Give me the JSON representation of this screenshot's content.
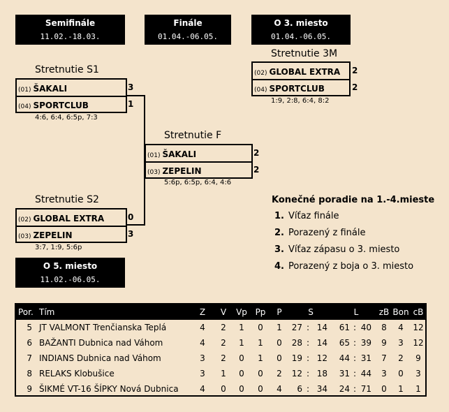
{
  "headers": [
    {
      "title": "Semifinále",
      "dates": "11.02.-18.03."
    },
    {
      "title": "Finále",
      "dates": "01.04.-06.05."
    },
    {
      "title": "O 3. miesto",
      "dates": "01.04.-06.05."
    },
    {
      "title": "O 5. miesto",
      "dates": "11.02.-06.05."
    }
  ],
  "matches": {
    "s1": {
      "title": "Stretnutie S1",
      "teams": [
        {
          "seed": "(01)",
          "name": "ŠAKALI",
          "score": "3"
        },
        {
          "seed": "(04)",
          "name": "SPORTCLUB",
          "score": "1"
        }
      ],
      "result": "4:6, 6:4, 6:5p, 7:3"
    },
    "s2": {
      "title": "Stretnutie S2",
      "teams": [
        {
          "seed": "(02)",
          "name": "GLOBAL EXTRA",
          "score": "0"
        },
        {
          "seed": "(03)",
          "name": "ZEPELIN",
          "score": "3"
        }
      ],
      "result": "3:7, 1:9, 5:6p"
    },
    "f": {
      "title": "Stretnutie F",
      "teams": [
        {
          "seed": "(01)",
          "name": "ŠAKALI",
          "score": "2"
        },
        {
          "seed": "(03)",
          "name": "ZEPELIN",
          "score": "2"
        }
      ],
      "result": "5:6p, 6:5p, 6:4, 4:6"
    },
    "m3": {
      "title": "Stretnutie 3M",
      "teams": [
        {
          "seed": "(02)",
          "name": "GLOBAL EXTRA",
          "score": "2"
        },
        {
          "seed": "(04)",
          "name": "SPORTCLUB",
          "score": "2"
        }
      ],
      "result": "1:9, 2:8, 6:4, 8:2"
    }
  },
  "final_ranking": {
    "title": "Konečné poradie na 1.-4.mieste",
    "items": [
      {
        "num": "1.",
        "text": "Víťaz finále"
      },
      {
        "num": "2.",
        "text": "Porazený z finále"
      },
      {
        "num": "3.",
        "text": "Víťaz zápasu o 3. miesto"
      },
      {
        "num": "4.",
        "text": "Porazený z boja o 3. miesto"
      }
    ]
  },
  "table": {
    "columns": {
      "por": "Por.",
      "tim": "Tím",
      "z": "Z",
      "v": "V",
      "vp": "Vp",
      "pp": "Pp",
      "p": "P",
      "s": "S",
      "l": "L",
      "zb": "zB",
      "bon": "Bon",
      "cb": "cB"
    },
    "rows": [
      {
        "por": "5",
        "tim": "JT VALMONT Trenčianska Teplá",
        "z": "4",
        "v": "2",
        "vp": "1",
        "pp": "0",
        "p": "1",
        "s1": "27",
        "s2": "14",
        "l1": "61",
        "l2": "40",
        "zb": "8",
        "bon": "4",
        "cb": "12"
      },
      {
        "por": "6",
        "tim": "BAŽANTI Dubnica nad Váhom",
        "z": "4",
        "v": "2",
        "vp": "1",
        "pp": "1",
        "p": "0",
        "s1": "28",
        "s2": "14",
        "l1": "65",
        "l2": "39",
        "zb": "9",
        "bon": "3",
        "cb": "12"
      },
      {
        "por": "7",
        "tim": "INDIANS Dubnica nad Váhom",
        "z": "3",
        "v": "2",
        "vp": "0",
        "pp": "1",
        "p": "0",
        "s1": "19",
        "s2": "12",
        "l1": "44",
        "l2": "31",
        "zb": "7",
        "bon": "2",
        "cb": "9"
      },
      {
        "por": "8",
        "tim": "RELAKS Klobušice",
        "z": "3",
        "v": "1",
        "vp": "0",
        "pp": "0",
        "p": "2",
        "s1": "12",
        "s2": "18",
        "l1": "31",
        "l2": "44",
        "zb": "3",
        "bon": "0",
        "cb": "3"
      },
      {
        "por": "9",
        "tim": "ŠIKMÉ VT-16 ŠÍPKY Nová Dubnica",
        "z": "4",
        "v": "0",
        "vp": "0",
        "pp": "0",
        "p": "4",
        "s1": "6",
        "s2": "34",
        "l1": "24",
        "l2": "71",
        "zb": "0",
        "bon": "1",
        "cb": "1"
      }
    ]
  }
}
